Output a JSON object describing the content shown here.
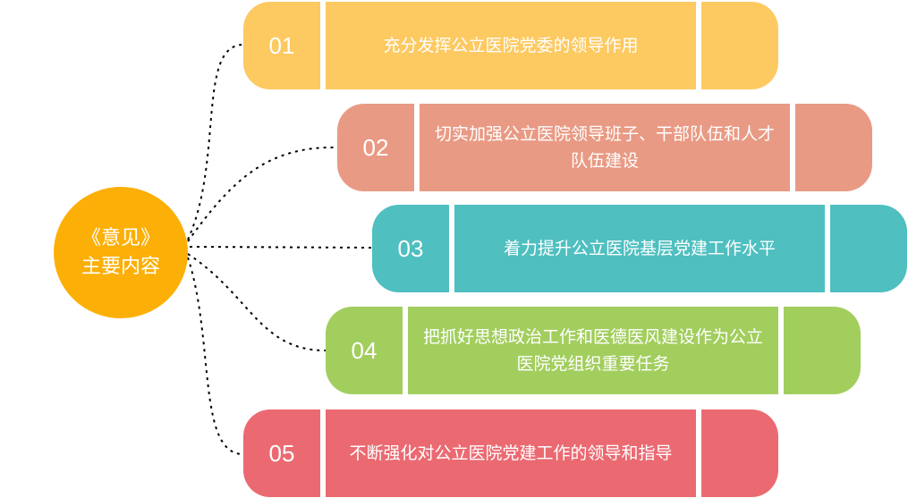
{
  "hub": {
    "line1": "《意见》",
    "line2": "主要内容",
    "color": "#fcaf06"
  },
  "items": [
    {
      "num": "01",
      "text": "充分发挥公立医院党委的领导作用",
      "color": "#fdc961"
    },
    {
      "num": "02",
      "text": "切实加强公立医院领导班子、干部队伍和人才队伍建设",
      "color": "#e99a84"
    },
    {
      "num": "03",
      "text": "着力提升公立医院基层党建工作水平",
      "color": "#4fbfc0"
    },
    {
      "num": "04",
      "text": "把抓好思想政治工作和医德医风建设作为公立医院党组织重要任务",
      "color": "#a2ce5e"
    },
    {
      "num": "05",
      "text": "不断强化对公立医院党建工作的领导和指导",
      "color": "#eb6a72"
    }
  ]
}
